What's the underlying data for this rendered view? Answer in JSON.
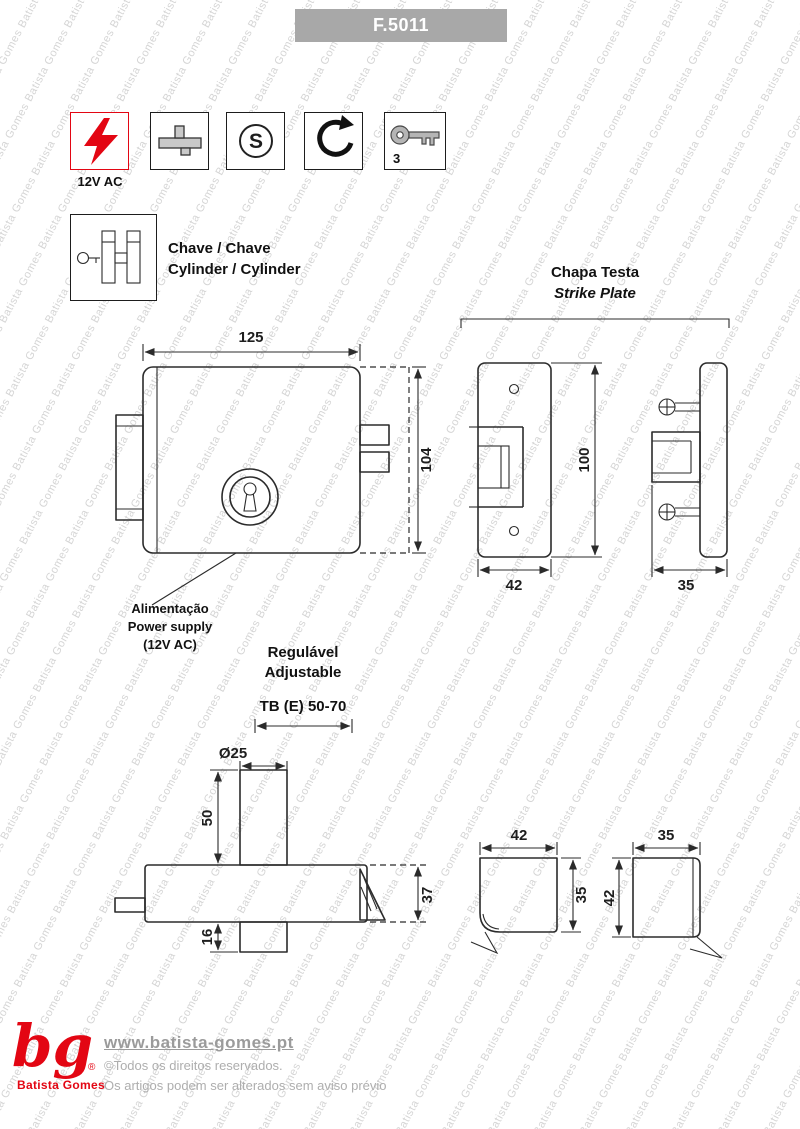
{
  "header": {
    "title": "F.5011"
  },
  "watermark": {
    "text": "Batista Gomes"
  },
  "colors": {
    "accent_red": "#e30613",
    "header_gray": "#a8a8a8",
    "watermark_gray": "#d5d5d5",
    "line": "#2b2b2b",
    "footer_gray": "#aeaeae"
  },
  "feature_icons": {
    "power_label": "12V AC",
    "keys_count": "3",
    "cylinder_glyph": "S"
  },
  "cylinder_section": {
    "line1": "Chave / Chave",
    "line2": "Cylinder / Cylinder"
  },
  "strike_section": {
    "title": "Chapa Testa",
    "subtitle": "Strike Plate"
  },
  "labels": {
    "power1": "Alimentação",
    "power2": "Power supply",
    "power3": "(12V AC)",
    "adjustable1": "Regulável",
    "adjustable2": "Adjustable"
  },
  "dimensions": {
    "lock_width": "125",
    "lock_height": "104",
    "strike_front_width": "42",
    "strike_height": "100",
    "strike_side_width": "35",
    "backset_range": "TB (E) 50-70",
    "cylinder_diameter": "Ø25",
    "cylinder_above": "50",
    "cylinder_below": "16",
    "body_depth": "37",
    "box_a_width": "42",
    "box_a_height": "35",
    "box_b_width": "35",
    "box_b_height": "42"
  },
  "footer": {
    "logo": "bg",
    "brand": "Batista Gomes",
    "registered": "®",
    "url": "www.batista-gomes.pt",
    "rights": "©Todos os direitos reservados.",
    "notice": "Os artigos podem ser alterados sem aviso prévio"
  }
}
